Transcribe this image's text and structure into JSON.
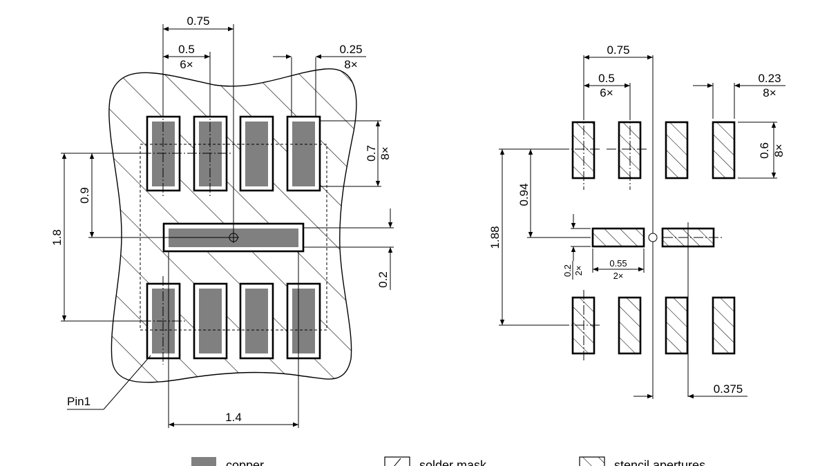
{
  "colors": {
    "copper": "#808080",
    "line": "#000000",
    "background": "#ffffff"
  },
  "left_view": {
    "title": "land pattern with solder mask",
    "dimensions": {
      "pitch_total": "0.75",
      "pitch": "0.5",
      "pitch_count": "6×",
      "pad_width": "0.25",
      "pad_width_count": "8×",
      "pad_length": "0.7",
      "pad_length_count": "8×",
      "row_half": "0.9",
      "row_span": "1.8",
      "center_pad_height": "0.2",
      "center_pad_width": "1.4"
    },
    "pin1_label": "Pin1"
  },
  "right_view": {
    "title": "stencil",
    "dimensions": {
      "pitch_total": "0.75",
      "pitch": "0.5",
      "pitch_count": "6×",
      "aperture_width": "0.23",
      "aperture_width_count": "8×",
      "aperture_length": "0.6",
      "aperture_length_count": "8×",
      "row_half": "0.94",
      "row_span": "1.88",
      "center_aperture_height": "0.2",
      "center_aperture_height_count": "2×",
      "center_aperture_width": "0.55",
      "center_aperture_width_count": "2×",
      "center_offset": "0.375"
    }
  },
  "legend": {
    "items": [
      {
        "label": "copper",
        "icon": "copper-swatch"
      },
      {
        "label": "solder mask",
        "icon": "solder-mask-swatch"
      },
      {
        "label": "stencil apertures",
        "icon": "stencil-swatch"
      }
    ]
  }
}
